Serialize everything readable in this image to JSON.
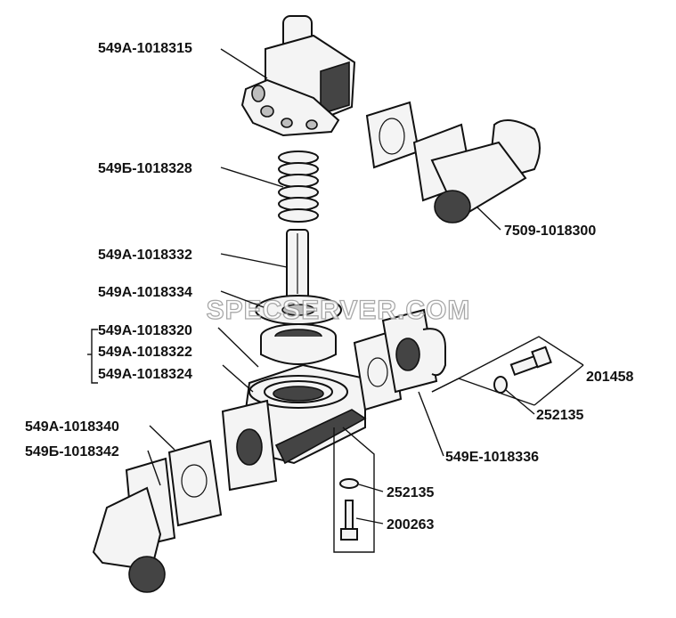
{
  "diagram": {
    "watermark": "SPECSERVER.COM",
    "labels": {
      "housing_top": "549A-1018315",
      "spring": "549Б-1018328",
      "stem": "549A-1018332",
      "washer_top": "549A-1018334",
      "seat_1": "549A-1018320",
      "seat_2": "549A-1018322",
      "seat_3": "549A-1018324",
      "gasket_left_1": "549A-1018340",
      "gasket_left_2": "549Б-1018342",
      "pipe_right": "7509-1018300",
      "bolt_right": "201458",
      "washer_right": "252135",
      "flange_right": "549E-1018336",
      "washer_bottom": "252135",
      "bolt_bottom": "200263"
    }
  }
}
